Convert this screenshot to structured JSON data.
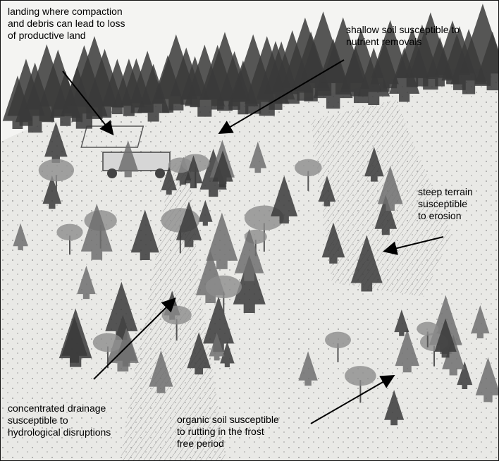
{
  "annotations": {
    "landing": "landing where compaction\nand debris can lead to loss\nof productive land",
    "shallow_soil": "shallow soil susceptible to\nnutrient removals",
    "steep_terrain": "steep terrain\nsusceptible\nto erosion",
    "drainage": "concentrated drainage\nsusceptible to\nhydrological disruptions",
    "organic_soil": "organic soil susceptible\nto rutting in the frost\nfree period"
  },
  "colors": {
    "sky": "#f4f4f2",
    "forest_dark": "#3a3a3a",
    "forest_mid": "#6e6e6e",
    "ground": "#e9e9e6",
    "arrow": "#000000"
  }
}
